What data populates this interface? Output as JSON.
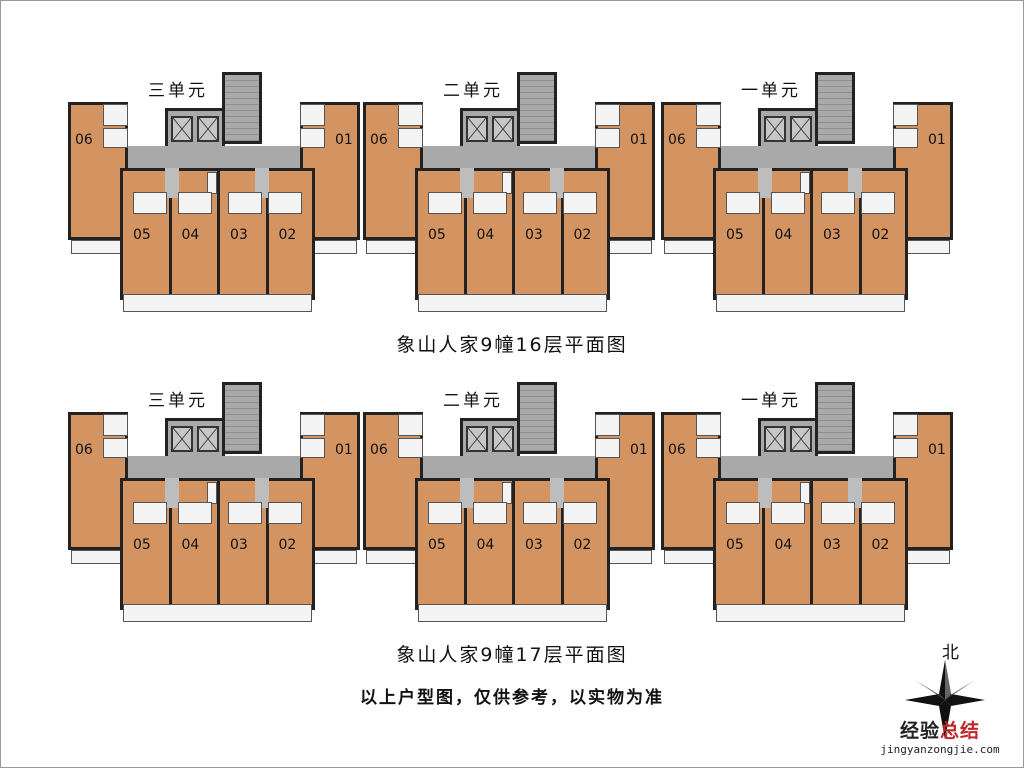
{
  "plans": [
    {
      "title": "象山人家9幢16层平面图",
      "units": [
        {
          "label": "三单元",
          "left_apt": "06",
          "right_apt": "01",
          "middle_apts": [
            "05",
            "04",
            "03",
            "02"
          ]
        },
        {
          "label": "二单元",
          "left_apt": "06",
          "right_apt": "01",
          "middle_apts": [
            "05",
            "04",
            "03",
            "02"
          ]
        },
        {
          "label": "一单元",
          "left_apt": "06",
          "right_apt": "01",
          "middle_apts": [
            "05",
            "04",
            "03",
            "02"
          ]
        }
      ]
    },
    {
      "title": "象山人家9幢17层平面图",
      "units": [
        {
          "label": "三单元",
          "left_apt": "06",
          "right_apt": "01",
          "middle_apts": [
            "05",
            "04",
            "03",
            "02"
          ]
        },
        {
          "label": "二单元",
          "left_apt": "06",
          "right_apt": "01",
          "middle_apts": [
            "05",
            "04",
            "03",
            "02"
          ]
        },
        {
          "label": "一单元",
          "left_apt": "06",
          "right_apt": "01",
          "middle_apts": [
            "05",
            "04",
            "03",
            "02"
          ]
        }
      ]
    }
  ],
  "note": "以上户型图，仅供参考，以实物为准",
  "compass": {
    "label": "北",
    "icon": "north-star-compass-icon"
  },
  "watermark": {
    "cn_part1": "经验",
    "cn_part2": "总结",
    "url": "jingyanzongjie.com"
  },
  "colors": {
    "apartment": "#d49461",
    "corridor": "#a9a9a9",
    "wall": "#222222"
  }
}
